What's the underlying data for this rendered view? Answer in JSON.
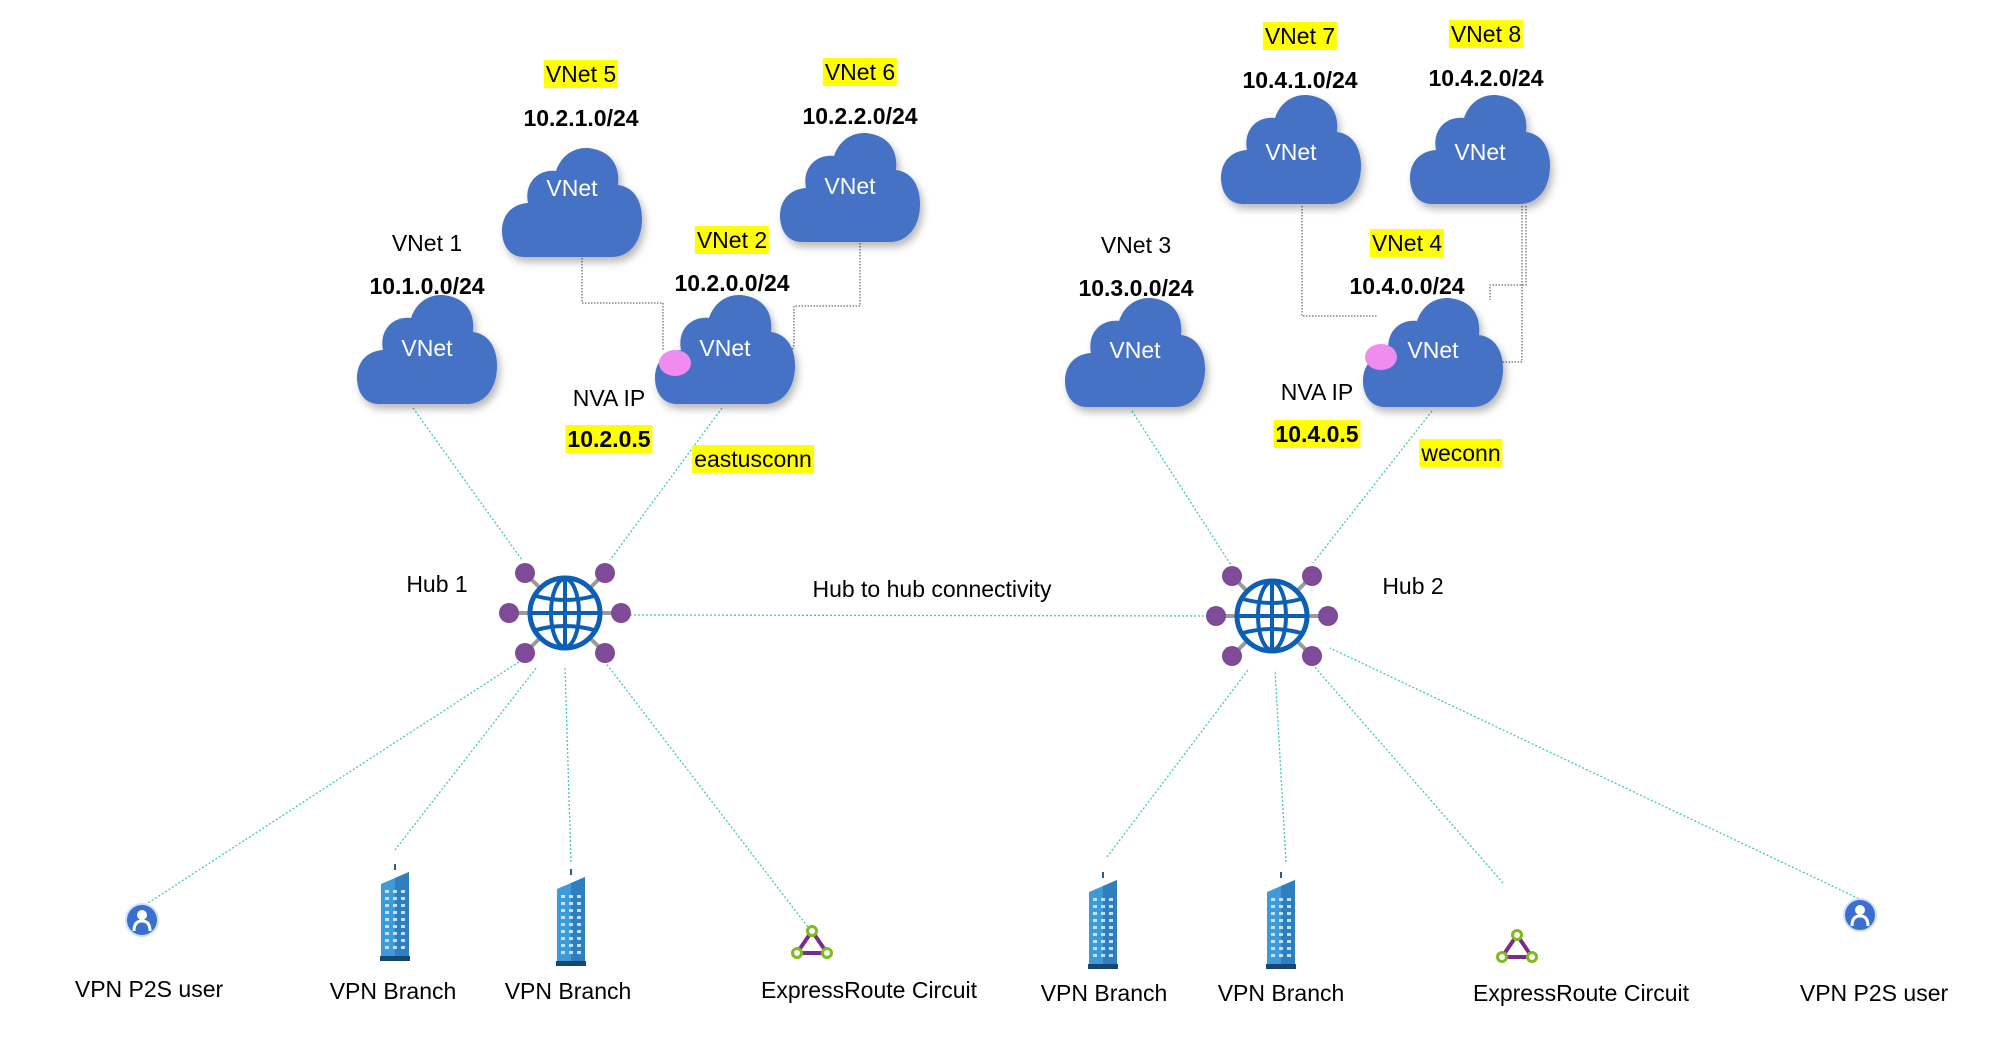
{
  "colors": {
    "cloud": "#4472c4",
    "link": "#3cc9c0",
    "hub_globe": "#0b5fb5",
    "hub_node": "#7f4a98",
    "nva_dot": "#f08cf0",
    "highlight": "#ffff00",
    "building": "#3f9ad8",
    "user_icon": "#3a6fd0",
    "expressroute": "#7a2c8c",
    "expressroute_node": "#7dbb1f"
  },
  "cloud_label": "VNet",
  "vnets": [
    {
      "id": "vnet1",
      "name": "VNet 1",
      "cidr": "10.1.0.0/24",
      "name_highlight": false
    },
    {
      "id": "vnet2",
      "name": "VNet 2",
      "cidr": "10.2.0.0/24",
      "name_highlight": true
    },
    {
      "id": "vnet3",
      "name": "VNet 3",
      "cidr": "10.3.0.0/24",
      "name_highlight": false
    },
    {
      "id": "vnet4",
      "name": "VNet 4",
      "cidr": "10.4.0.0/24",
      "name_highlight": true
    },
    {
      "id": "vnet5",
      "name": "VNet 5",
      "cidr": "10.2.1.0/24",
      "name_highlight": true
    },
    {
      "id": "vnet6",
      "name": "VNet 6",
      "cidr": "10.2.2.0/24",
      "name_highlight": true
    },
    {
      "id": "vnet7",
      "name": "VNet 7",
      "cidr": "10.4.1.0/24",
      "name_highlight": true
    },
    {
      "id": "vnet8",
      "name": "VNet 8",
      "cidr": "10.4.2.0/24",
      "name_highlight": true
    }
  ],
  "nva": [
    {
      "label": "NVA IP",
      "ip": "10.2.0.5",
      "connection": "eastusconn"
    },
    {
      "label": "NVA IP",
      "ip": "10.4.0.5",
      "connection": "weconn"
    }
  ],
  "hubs": [
    {
      "id": "hub1",
      "name": "Hub 1"
    },
    {
      "id": "hub2",
      "name": "Hub 2"
    }
  ],
  "hub_link_label": "Hub to hub connectivity",
  "endpoints": [
    {
      "id": "ep1",
      "type": "user",
      "label": "VPN P2S user"
    },
    {
      "id": "ep2",
      "type": "branch",
      "label": "VPN Branch"
    },
    {
      "id": "ep3",
      "type": "branch",
      "label": "VPN Branch"
    },
    {
      "id": "ep4",
      "type": "expressroute",
      "label": "ExpressRoute Circuit"
    },
    {
      "id": "ep5",
      "type": "branch",
      "label": "VPN Branch"
    },
    {
      "id": "ep6",
      "type": "branch",
      "label": "VPN Branch"
    },
    {
      "id": "ep7",
      "type": "expressroute",
      "label": "ExpressRoute Circuit"
    },
    {
      "id": "ep8",
      "type": "user",
      "label": "VPN P2S user"
    }
  ]
}
